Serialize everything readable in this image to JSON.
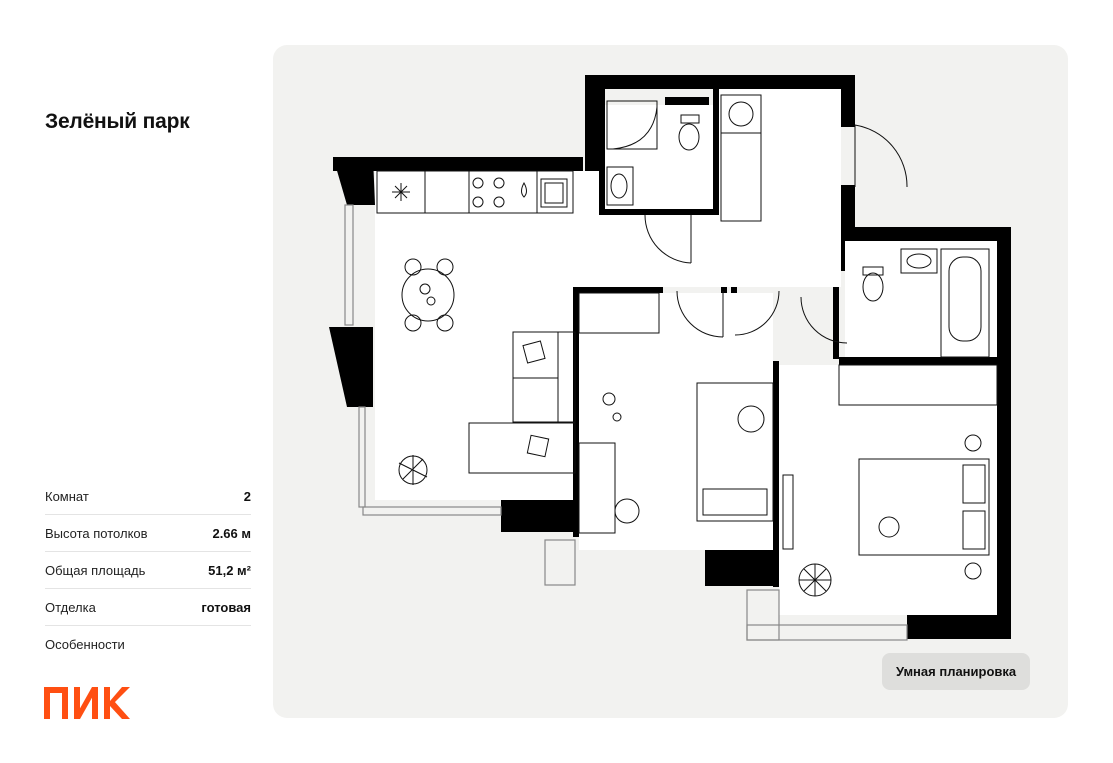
{
  "project": {
    "name": "Зелёный парк"
  },
  "specs": [
    {
      "label": "Комнат",
      "value": "2"
    },
    {
      "label": "Высота потолков",
      "value": "2.66 м"
    },
    {
      "label": "Общая площадь",
      "value": "51,2 м²"
    },
    {
      "label": "Отделка",
      "value": "готовая"
    },
    {
      "label": "Особенности",
      "value": ""
    }
  ],
  "brand": {
    "logo_text": "ПИК",
    "accent_color": "#ff4f12"
  },
  "plan": {
    "background_color": "#f2f2f0",
    "wall_color": "#000000",
    "fixtures": [
      "window-icon",
      "kitchen-counter-icon",
      "stove-icon",
      "sink-icon",
      "fridge-icon",
      "dining-table-icon",
      "sofa-icon",
      "toilet-icon",
      "shower-icon",
      "bathtub-icon",
      "washing-machine-icon",
      "bed-icon",
      "desk-icon",
      "plant-icon",
      "door-icon"
    ]
  },
  "smart_layout_button": {
    "label": "Умная планировка"
  }
}
